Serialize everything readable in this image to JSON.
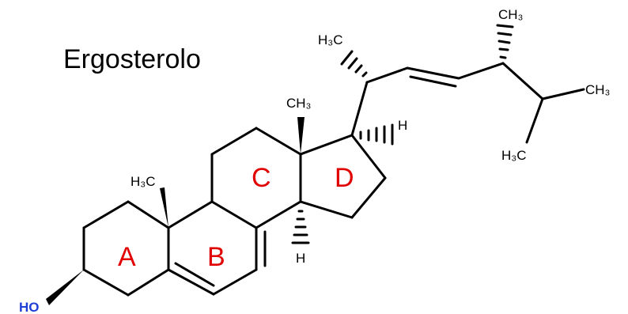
{
  "title": "Ergosterolo",
  "rings": [
    "A",
    "B",
    "C",
    "D"
  ],
  "substituents": {
    "methyl_c10": "H₃C",
    "methyl_c13": "CH₃",
    "methyl_c21": "H₃C",
    "methyl_c28": "CH₃",
    "methyl_c26": "CH₃",
    "methyl_c27": "H₃C",
    "hydrogen_c17": "H",
    "hydrogen_c14": "H",
    "hydroxyl": "HO"
  },
  "colors": {
    "ring_label": "#e00000",
    "hydroxyl": "#1f3fd6",
    "bond": "#000000"
  }
}
